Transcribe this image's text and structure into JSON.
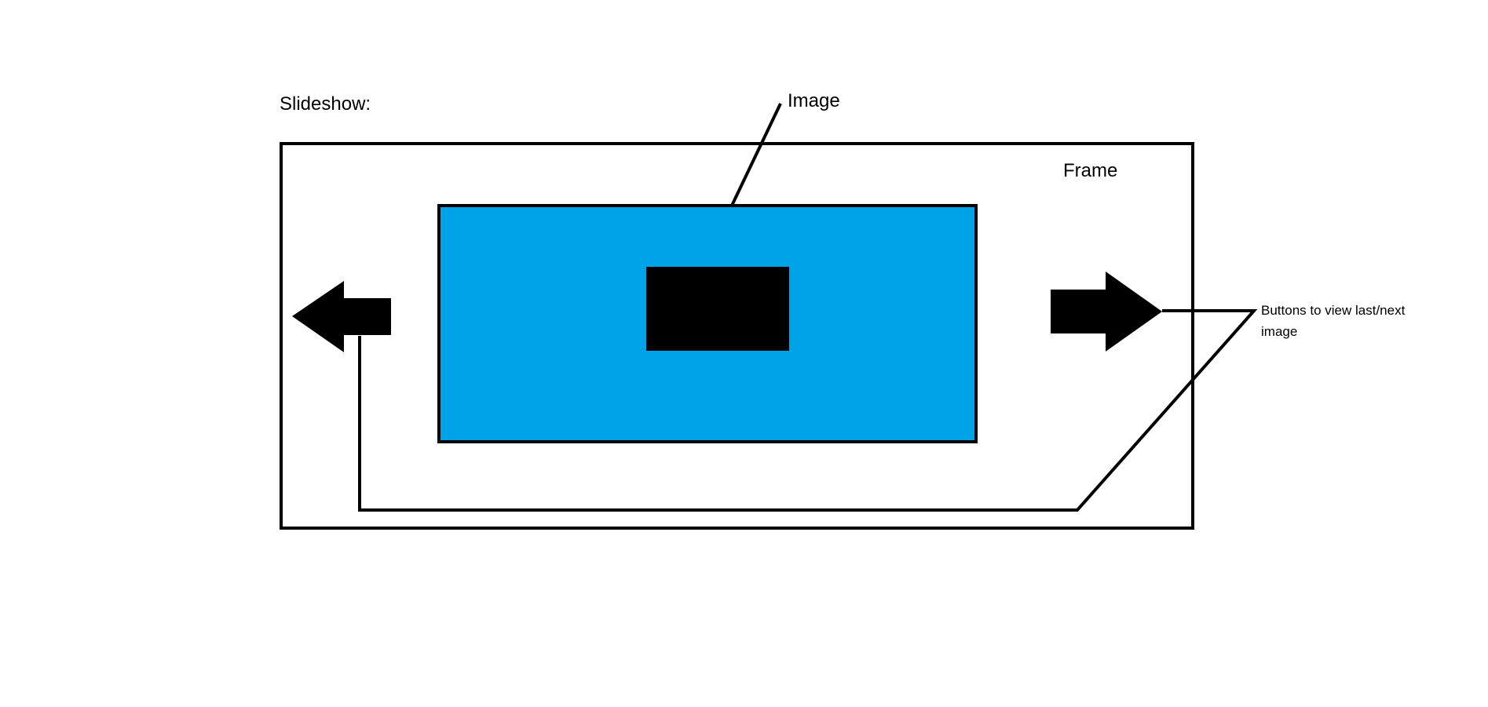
{
  "diagram": {
    "heading": "Slideshow:",
    "labels": {
      "image": "Image",
      "frame": "Frame",
      "buttons_line1": "Buttons to view last/next",
      "buttons_line2": "image"
    },
    "colors": {
      "background": "#ffffff",
      "stroke": "#000000",
      "image_fill": "#00a2e8",
      "image_content_fill": "#000000",
      "arrow_fill": "#000000"
    },
    "icons": {
      "prev_button": "arrow-left-icon",
      "next_button": "arrow-right-icon"
    }
  }
}
